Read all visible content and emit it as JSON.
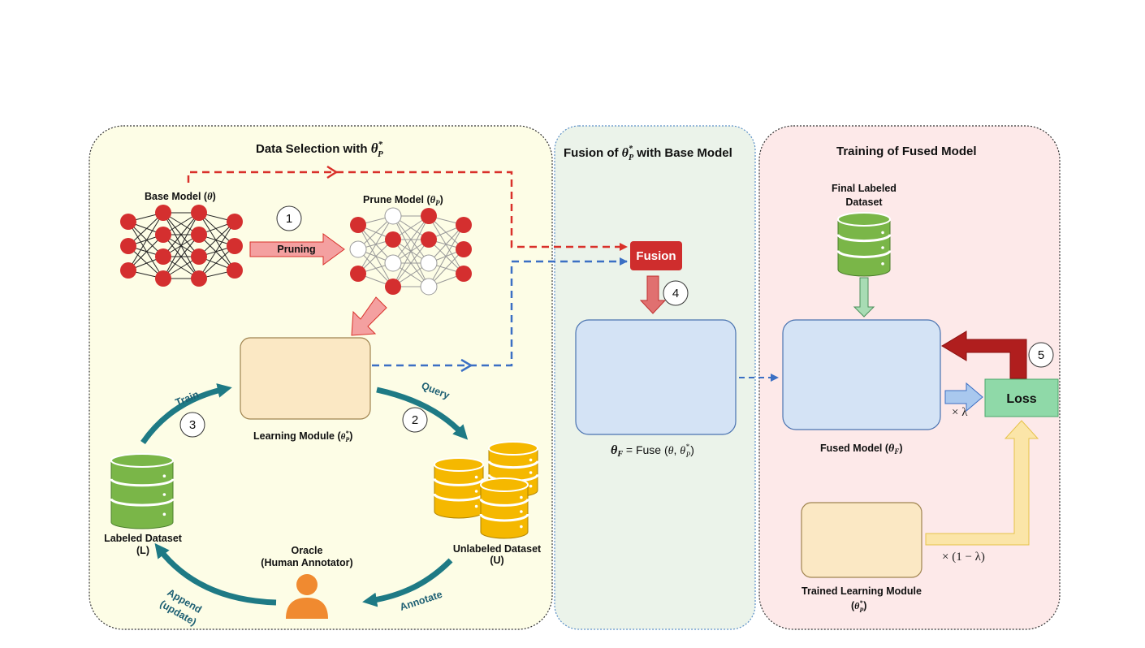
{
  "panels": {
    "selection": {
      "title": "Data Selection with θP*"
    },
    "fusion": {
      "title": "Fusion of θP* with Base Model"
    },
    "training": {
      "title": "Training of Fused Model"
    }
  },
  "models": {
    "base": "Base Model (θ)",
    "prune": "Prune Model (θP)",
    "learning": "Learning Module (θP*)",
    "fused_eq": "θF = Fuse (θ, θP*)",
    "fused": "Fused Model (θF)",
    "trained_line1": "Trained Learning Module",
    "trained_line2": "(θP*)"
  },
  "datasets": {
    "labeled_line1": "Labeled Dataset",
    "labeled_line2": "(L)",
    "unlabeled_line1": "Unlabeled Dataset",
    "unlabeled_line2": "(U)",
    "final_line1": "Final Labeled",
    "final_line2": "Dataset"
  },
  "oracle": {
    "line1": "Oracle",
    "line2": "(Human Annotator)"
  },
  "actions": {
    "pruning": "Pruning",
    "train": "Train",
    "query": "Query",
    "annotate": "Annotate",
    "append_line1": "Append",
    "append_line2": "(update)",
    "fusion": "Fusion",
    "loss": "Loss",
    "lambda": "× λ",
    "one_minus_lambda": "× (1 − λ)"
  },
  "steps": [
    "1",
    "2",
    "3",
    "4",
    "5"
  ],
  "colors": {
    "red_node": "#d42f2f",
    "blue_node": "#2e72b8",
    "white_node": "#ffffff",
    "selection_bg": "#fdfde6",
    "fusion_bg": "#ebf3ea",
    "training_bg": "#fde9e9",
    "cycle": "#1e7a85",
    "green_db": "#7ab648",
    "yellow_db": "#f5b800",
    "oracle": "#f08a30",
    "loss_bg": "#8fd9a8",
    "fusion_btn": "#cf2d2d",
    "dashed_red": "#d9302a",
    "dashed_blue": "#3b6fc4"
  },
  "icons": [
    "database-icon",
    "person-icon",
    "neural-network-icon",
    "arrow-icon"
  ]
}
